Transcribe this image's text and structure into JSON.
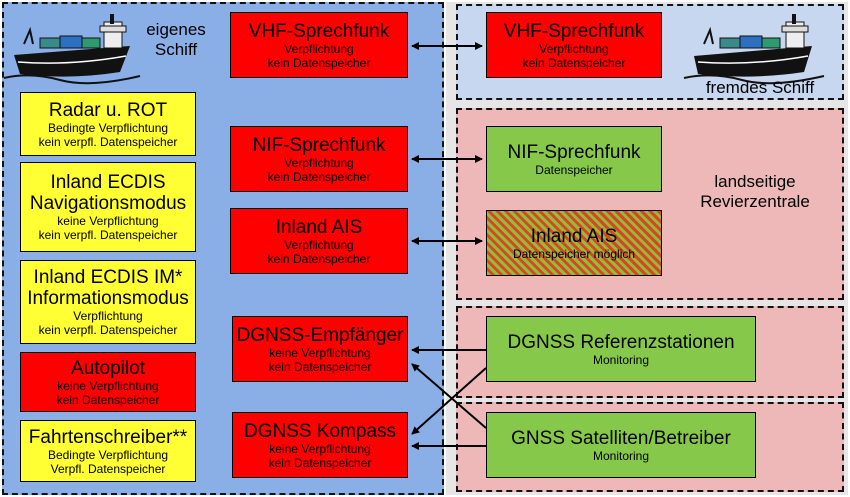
{
  "regions": {
    "own_ship": "eigenes\nSchiff",
    "foreign_ship": "fremdes Schiff",
    "shore_center": "landseitige\nRevierzentrale"
  },
  "icons": [
    "ship-icon-own",
    "ship-icon-foreign"
  ],
  "own_equipment": [
    {
      "title": "Radar u. ROT",
      "lines": [
        "Bedingte Verpflichtung",
        "kein verpfl. Datenspeicher"
      ],
      "color": "#ffff33"
    },
    {
      "title": "Inland ECDIS Navigationsmodus",
      "lines": [
        "keine Verpflichtung",
        "kein verpfl. Datenspeicher"
      ],
      "color": "#ffff33"
    },
    {
      "title": "Inland ECDIS IM* Informationsmodus",
      "lines": [
        "Verpflichtung",
        "kein verpfl. Datenspeicher"
      ],
      "color": "#ffff33"
    },
    {
      "title": "Autopilot",
      "lines": [
        "keine Verpflichtung",
        "kein Datenspeicher"
      ],
      "color": "#ff0000"
    },
    {
      "title": "Fahrtenschreiber**",
      "lines": [
        "Bedingte Verpflichtung",
        "Verpfl. Datenspeicher"
      ],
      "color": "#ffff33"
    }
  ],
  "own_comm": [
    {
      "title": "VHF-Sprechfunk",
      "lines": [
        "Verpflichtung",
        "kein Datenspeicher"
      ]
    },
    {
      "title": "NIF-Sprechfunk",
      "lines": [
        "Verpflichtung",
        "kein Datenspeicher"
      ]
    },
    {
      "title": "Inland AIS",
      "lines": [
        "Verpflichtung",
        "kein Datenspeicher"
      ]
    },
    {
      "title": "DGNSS-Empfänger",
      "lines": [
        "keine Verpflichtung",
        "kein Datenspeicher"
      ]
    },
    {
      "title": "DGNSS Kompass",
      "lines": [
        "keine Verpflichtung",
        "kein Datenspeicher"
      ]
    }
  ],
  "external": [
    {
      "title": "VHF-Sprechfunk",
      "lines": [
        "Verpflichtung",
        "kein Datenspeicher"
      ]
    },
    {
      "title": "NIF-Sprechfunk",
      "lines": [
        "Datenspeicher"
      ]
    },
    {
      "title": "Inland AIS",
      "lines": [
        "Datenspeicher möglich"
      ]
    },
    {
      "title": "DGNSS Referenzstationen",
      "lines": [
        "Monitoring"
      ]
    },
    {
      "title": "GNSS Satelliten/Betreiber",
      "lines": [
        "Monitoring"
      ]
    }
  ],
  "colors": {
    "obligation_red": "#ff0000",
    "conditional_yellow": "#ffff33",
    "shore_green": "#86c84a",
    "own_blue": "#8aaee6"
  }
}
